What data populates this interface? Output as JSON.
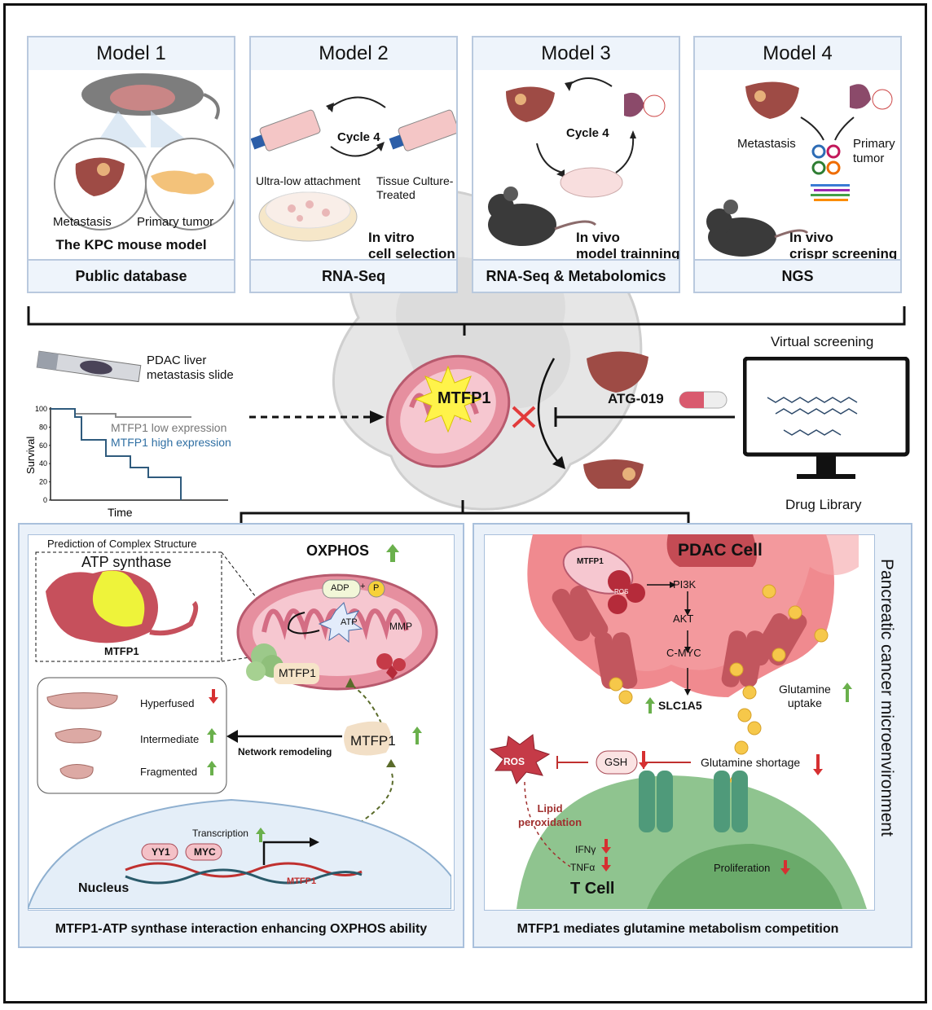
{
  "models": [
    {
      "title": "Model 1",
      "subtitle": "The KPC mouse model",
      "footer": "Public database",
      "labels": [
        "Metastasis",
        "Primary tumor"
      ]
    },
    {
      "title": "Model 2",
      "subtitle": "In vitro\ncell selection",
      "footer": "RNA-Seq",
      "labels": [
        "Cycle 4",
        "Ultra-low attachment",
        "Tissue Culture-\nTreated"
      ]
    },
    {
      "title": "Model 3",
      "subtitle": "In vivo\nmodel trainning",
      "footer": "RNA-Seq & Metabolomics",
      "labels": [
        "Cycle 4"
      ]
    },
    {
      "title": "Model 4",
      "subtitle": "In vivo\ncrispr screening",
      "footer": "NGS",
      "labels": [
        "Metastasis",
        "Primary\ntumor"
      ]
    }
  ],
  "middle": {
    "slide_label": "PDAC liver\nmetastasis slide",
    "center_label": "MTFP1",
    "drug_label": "ATG-019",
    "virtual_screening": "Virtual screening",
    "drug_library": "Drug Library",
    "survival": {
      "ylabel": "Survival",
      "xlabel": "Time",
      "ticks": [
        "100",
        "80",
        "60",
        "40",
        "20",
        "0"
      ],
      "legend_low": "MTFP1 low expression",
      "legend_high": "MTFP1 high expression"
    }
  },
  "left_panel": {
    "caption": "MTFP1-ATP synthase interaction enhancing OXPHOS ability",
    "prediction": "Prediction of Complex Structure",
    "atp_synthase": "ATP synthase",
    "mtfp1_struct": "MTFP1",
    "oxphos": "OXPHOS",
    "adp": "ADP",
    "plus": "+",
    "p": "P",
    "atp": "ATP",
    "mmp": "MMP",
    "mito_mtfp1": "MTFP1",
    "hyperfused": "Hyperfused",
    "intermediate": "Intermediate",
    "fragmented": "Fragmented",
    "network_remodeling": "Network remodeling",
    "mtfp1_blob": "MTFP1",
    "transcription": "Transcription",
    "yy1": "YY1",
    "myc": "MYC",
    "nucleus": "Nucleus",
    "gene": "MTFP1"
  },
  "right_panel": {
    "caption": "MTFP1 mediates glutamine metabolism competition",
    "side_title": "Pancreatic cancer microenvironment",
    "pdac_cell": "PDAC Cell",
    "mtfp1": "MTFP1",
    "ros": "ROS",
    "pi3k": "PI3K",
    "akt": "AKT",
    "cmyc": "C-MYC",
    "slc1a5": "SLC1A5",
    "glutamine_uptake": "Glutamine\nuptake",
    "gsh": "GSH",
    "glutamine_shortage": "Glutamine shortage",
    "ros_big": "ROS",
    "lipid": "Lipid\nperoxidation",
    "ifng": "IFNγ",
    "tnfa": "TNFα",
    "proliferation": "Proliferation",
    "tcell": "T Cell"
  },
  "colors": {
    "up_arrow": "#6ab04c",
    "down_arrow": "#d63031",
    "panel_border": "#a9c0dc",
    "mito": "#e68f9f",
    "pdac": "#f08a8f",
    "tcell": "#8fc48f",
    "mtfp1_star": "#fff34a"
  }
}
